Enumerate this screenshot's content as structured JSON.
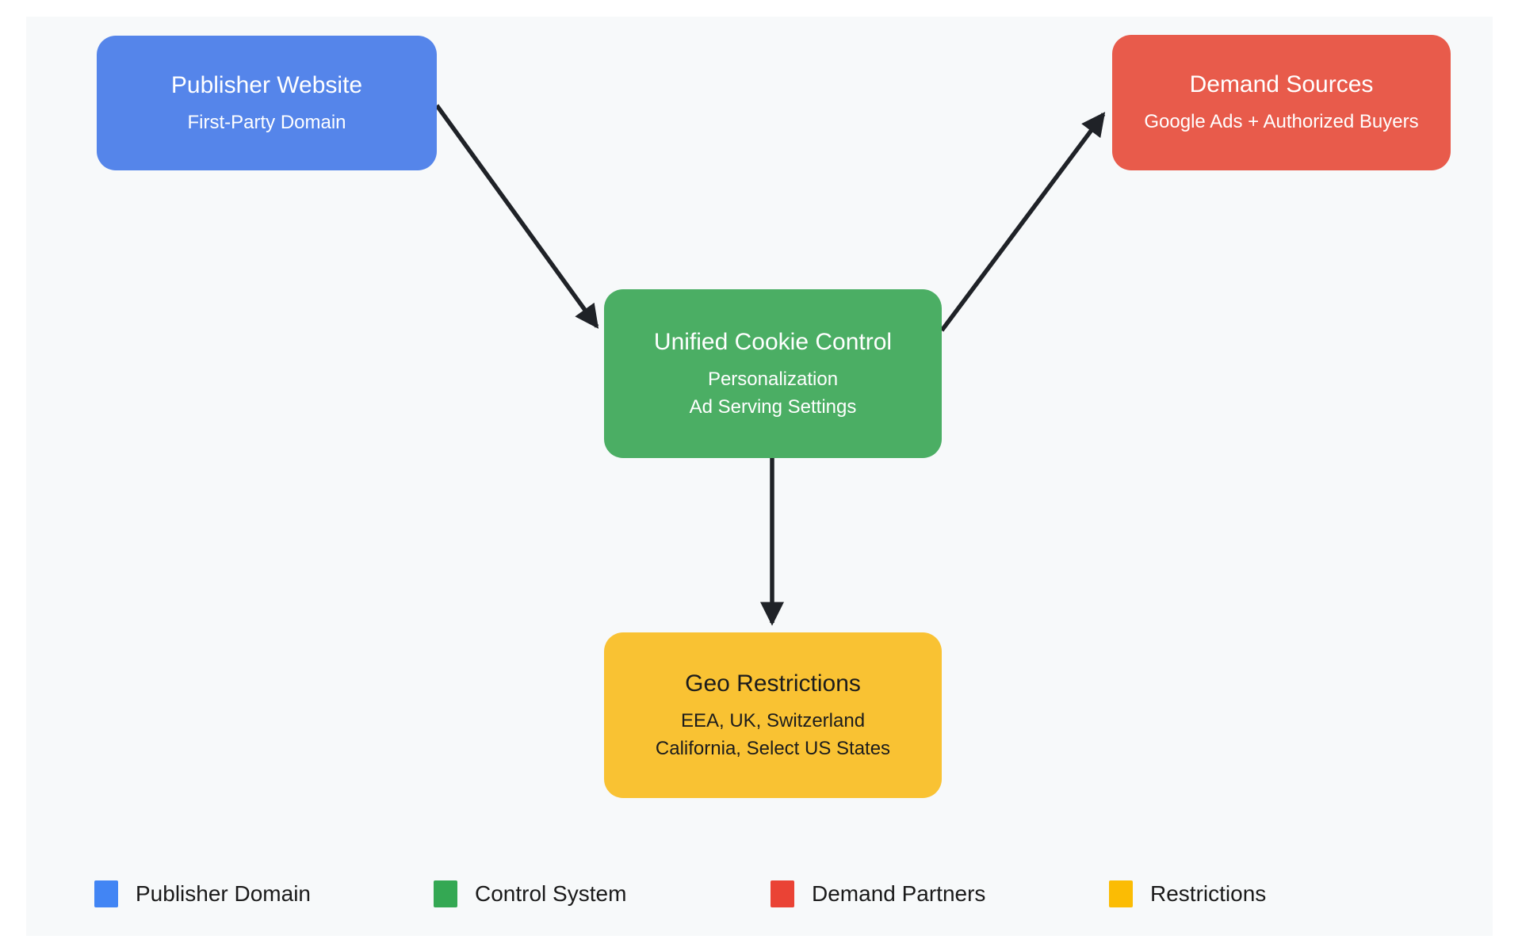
{
  "diagram": {
    "background_color": "#f7f9fa",
    "page_background_color": "#ffffff",
    "arrow_color": "#1f2227"
  },
  "nodes": {
    "publisher": {
      "title": "Publisher Website",
      "lines": [
        "First-Party Domain"
      ],
      "fill": "#5585ea",
      "text_color": "#ffffff"
    },
    "demand": {
      "title": "Demand Sources",
      "lines": [
        "Google Ads + Authorized Buyers"
      ],
      "fill": "#e85b4b",
      "text_color": "#ffffff"
    },
    "control": {
      "title": "Unified Cookie Control",
      "lines": [
        "Personalization",
        "Ad Serving Settings"
      ],
      "fill": "#4bae64",
      "text_color": "#ffffff"
    },
    "geo": {
      "title": "Geo Restrictions",
      "lines": [
        "EEA, UK, Switzerland",
        "California, Select US States"
      ],
      "fill": "#f9c233",
      "text_color": "#1c1c1c"
    }
  },
  "edges": [
    {
      "from": "publisher",
      "to": "control"
    },
    {
      "from": "control",
      "to": "demand"
    },
    {
      "from": "control",
      "to": "geo"
    }
  ],
  "legend": [
    {
      "label": "Publisher Domain",
      "color": "#4285f4"
    },
    {
      "label": "Control System",
      "color": "#34a853"
    },
    {
      "label": "Demand Partners",
      "color": "#ea4335"
    },
    {
      "label": "Restrictions",
      "color": "#fbbc04"
    }
  ]
}
